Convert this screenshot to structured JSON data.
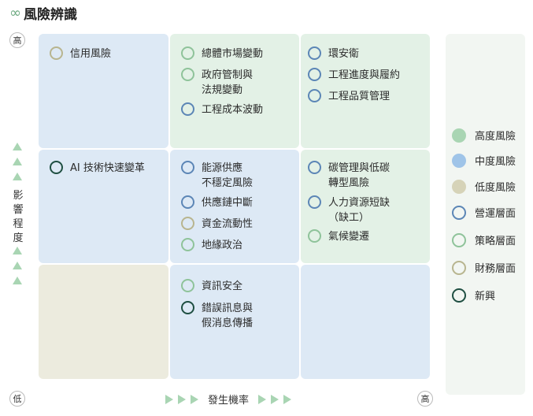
{
  "page": {
    "title": "風險辨識",
    "title_icon": "infinity-icon"
  },
  "y_axis": {
    "label_chars": [
      "影",
      "響",
      "程",
      "度"
    ],
    "high": "高",
    "low": "低"
  },
  "x_axis": {
    "label": "發生機率",
    "high": "高"
  },
  "colors": {
    "high_risk_bg": "#e3f1e6",
    "mid_risk_bg": "#dde9f5",
    "low_risk_bg": "#ecebde",
    "operational": "#5c86b6",
    "strategic": "#8fc39a",
    "financial": "#b8b58f",
    "emerging": "#1f4f42"
  },
  "grid": {
    "r1c1": [
      {
        "label": "信用風險",
        "type": "financial"
      }
    ],
    "r1c2": [
      {
        "label": "總體市場變動",
        "type": "strategic"
      },
      {
        "label": "政府管制與\n法規變動",
        "type": "strategic"
      },
      {
        "label": "工程成本波動",
        "type": "operational"
      }
    ],
    "r1c3": [
      {
        "label": "環安衛",
        "type": "operational"
      },
      {
        "label": "工程進度與履約",
        "type": "operational"
      },
      {
        "label": "工程品質管理",
        "type": "operational"
      }
    ],
    "r2c1": [
      {
        "label": "AI 技術快速變革",
        "type": "emerging"
      }
    ],
    "r2c2": [
      {
        "label": "能源供應\n不穩定風險",
        "type": "operational"
      },
      {
        "label": "供應鏈中斷",
        "type": "operational"
      },
      {
        "label": " 資金流動性",
        "type": "financial"
      },
      {
        "label": "地緣政治",
        "type": "strategic"
      }
    ],
    "r2c3": [
      {
        "label": "碳管理與低碳\n轉型風險",
        "type": "operational"
      },
      {
        "label": "人力資源短缺\n（缺工）",
        "type": "operational"
      },
      {
        "label": "氣候變遷",
        "type": "strategic"
      }
    ],
    "r3c2": [
      {
        "label": "資訊安全",
        "type": "strategic"
      },
      {
        "label": "錯誤訊息與\n假消息傳播",
        "type": "emerging"
      }
    ]
  },
  "legend": [
    {
      "label": "高度風險",
      "kind": "fill-high"
    },
    {
      "label": "中度風險",
      "kind": "fill-mid"
    },
    {
      "label": "低度風險",
      "kind": "fill-low"
    },
    {
      "label": "營運層面",
      "kind": "ring-operational"
    },
    {
      "label": "策略層面",
      "kind": "ring-strategic"
    },
    {
      "label": "財務層面",
      "kind": "ring-financial"
    },
    {
      "label": "新興",
      "kind": "ring-emerging"
    }
  ]
}
